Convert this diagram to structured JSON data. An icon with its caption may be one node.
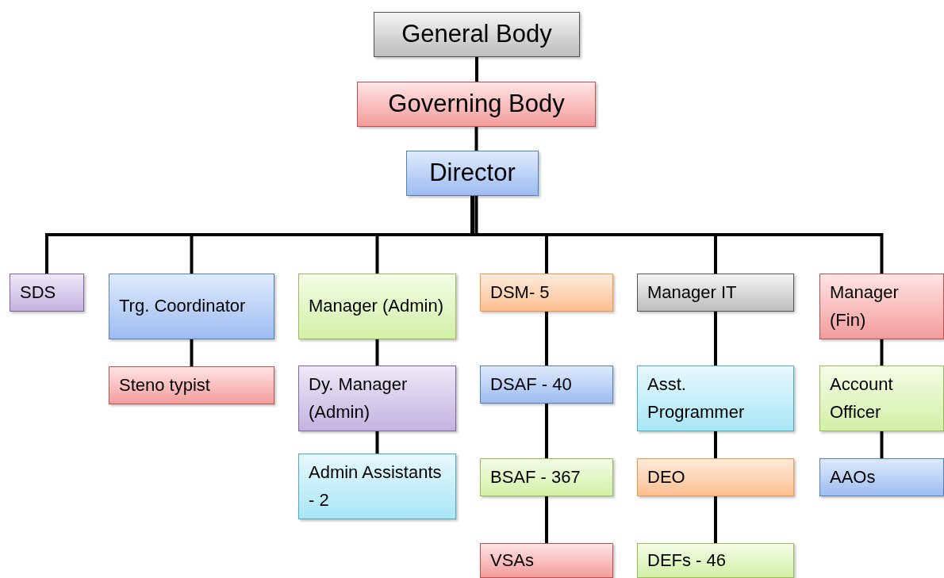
{
  "diagram": {
    "nodes": [
      {
        "text": [
          "General Body"
        ]
      },
      {
        "text": [
          "Governing Body"
        ]
      },
      {
        "text": [
          "Director"
        ]
      },
      {
        "text": [
          "SDS"
        ]
      },
      {
        "text": [
          "Trg. Coordinator"
        ]
      },
      {
        "text": [
          "Steno typist"
        ]
      },
      {
        "text": [
          "Manager (Admin)"
        ]
      },
      {
        "text": [
          "Dy. Manager (Admin)"
        ]
      },
      {
        "text": [
          "Admin Assistants - 2"
        ]
      },
      {
        "text": [
          "DSM- 5"
        ]
      },
      {
        "text": [
          "DSAF - 40"
        ]
      },
      {
        "text": [
          "BSAF - 367"
        ]
      },
      {
        "text": [
          "VSAs"
        ]
      },
      {
        "text": [
          "Manager IT"
        ]
      },
      {
        "text": [
          "Asst. Programmer"
        ]
      },
      {
        "text": [
          "DEO"
        ]
      },
      {
        "text": [
          "DEFs - 46"
        ]
      },
      {
        "text": [
          "Manager (Fin)"
        ]
      },
      {
        "text": [
          "Account Officer"
        ]
      },
      {
        "text": [
          "AAOs"
        ]
      }
    ],
    "edges": [
      {
        "from": 0,
        "to": 1,
        "arrow": "none"
      },
      {
        "from": 1,
        "to": 2,
        "arrow": "none"
      },
      {
        "from": 2,
        "to": 3,
        "arrow": "none"
      },
      {
        "from": 2,
        "to": 4,
        "arrow": "none"
      },
      {
        "from": 2,
        "to": 6,
        "arrow": "none"
      },
      {
        "from": 2,
        "to": 9,
        "arrow": "none"
      },
      {
        "from": 2,
        "to": 13,
        "arrow": "none"
      },
      {
        "from": 2,
        "to": 17,
        "arrow": "none"
      },
      {
        "from": 4,
        "to": 5,
        "arrow": "none"
      },
      {
        "from": 6,
        "to": 7,
        "arrow": "none"
      },
      {
        "from": 7,
        "to": 8,
        "arrow": "none"
      },
      {
        "from": 9,
        "to": 10,
        "arrow": "none"
      },
      {
        "from": 10,
        "to": 11,
        "arrow": "none"
      },
      {
        "from": 11,
        "to": 12,
        "arrow": "none"
      },
      {
        "from": 13,
        "to": 14,
        "arrow": "none"
      },
      {
        "from": 14,
        "to": 15,
        "arrow": "none"
      },
      {
        "from": 15,
        "to": 16,
        "arrow": "none"
      },
      {
        "from": 17,
        "to": 18,
        "arrow": "none"
      },
      {
        "from": 18,
        "to": 19,
        "arrow": "none"
      }
    ]
  }
}
